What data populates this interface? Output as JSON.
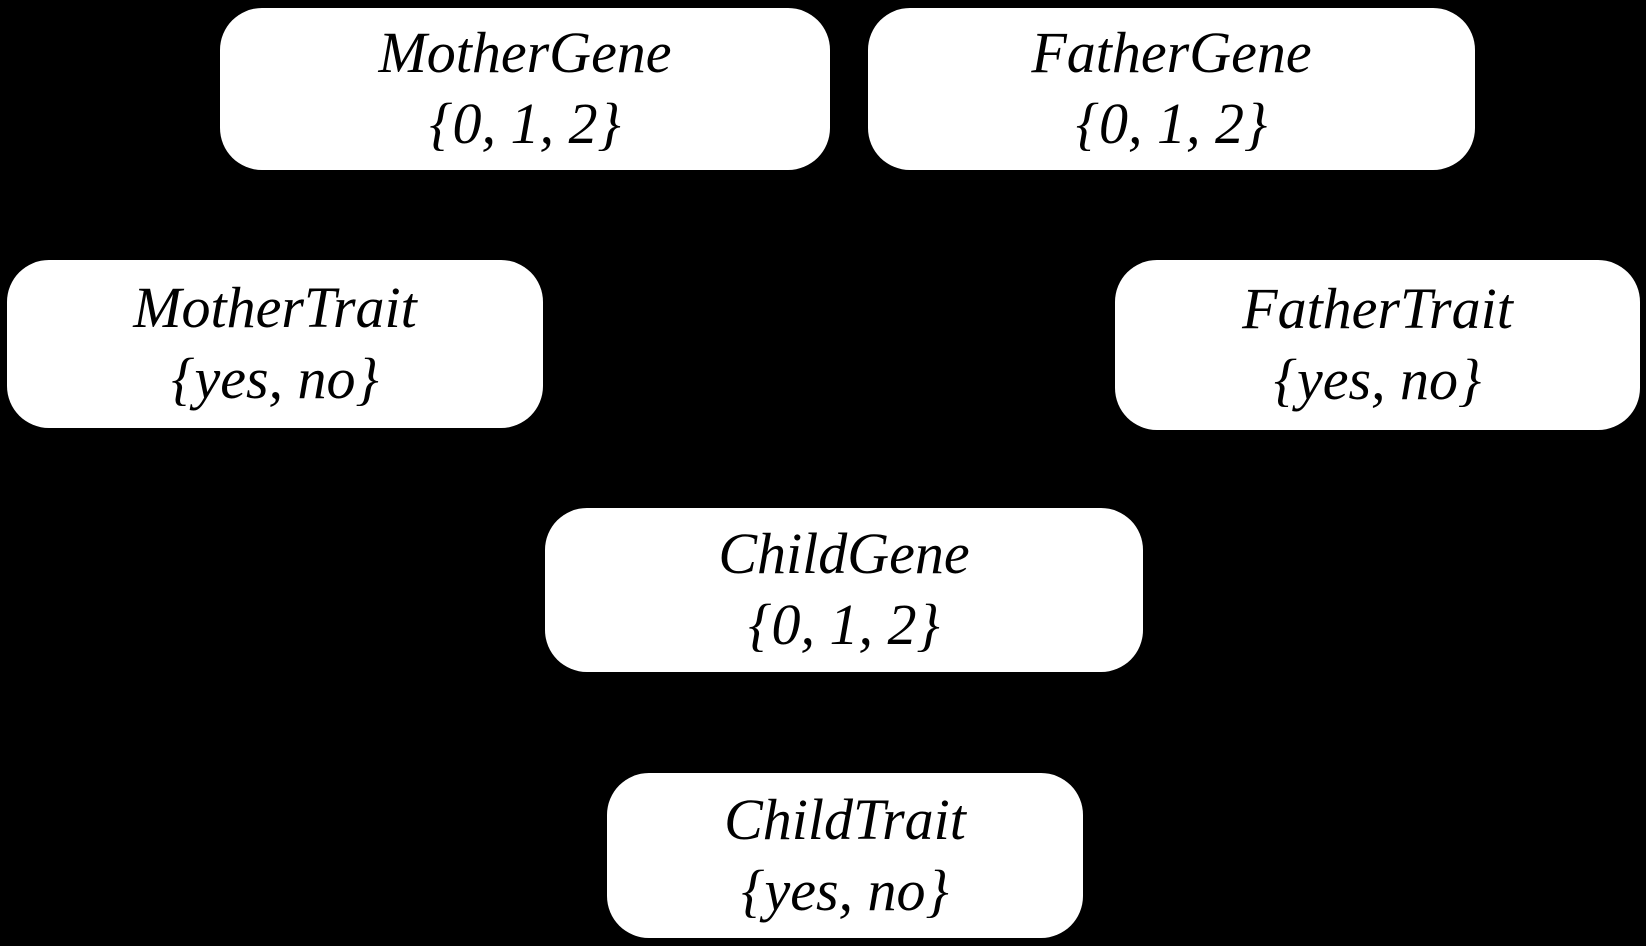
{
  "diagram": {
    "type": "bayesian-network",
    "colors": {
      "background": "#000000",
      "node_fill": "#ffffff",
      "node_text": "#000000"
    },
    "nodes": [
      {
        "name": "MotherGene",
        "values": "{0, 1, 2}"
      },
      {
        "name": "FatherGene",
        "values": "{0, 1, 2}"
      },
      {
        "name": "MotherTrait",
        "values": "{yes, no}"
      },
      {
        "name": "FatherTrait",
        "values": "{yes, no}"
      },
      {
        "name": "ChildGene",
        "values": "{0, 1, 2}"
      },
      {
        "name": "ChildTrait",
        "values": "{yes, no}"
      }
    ]
  }
}
